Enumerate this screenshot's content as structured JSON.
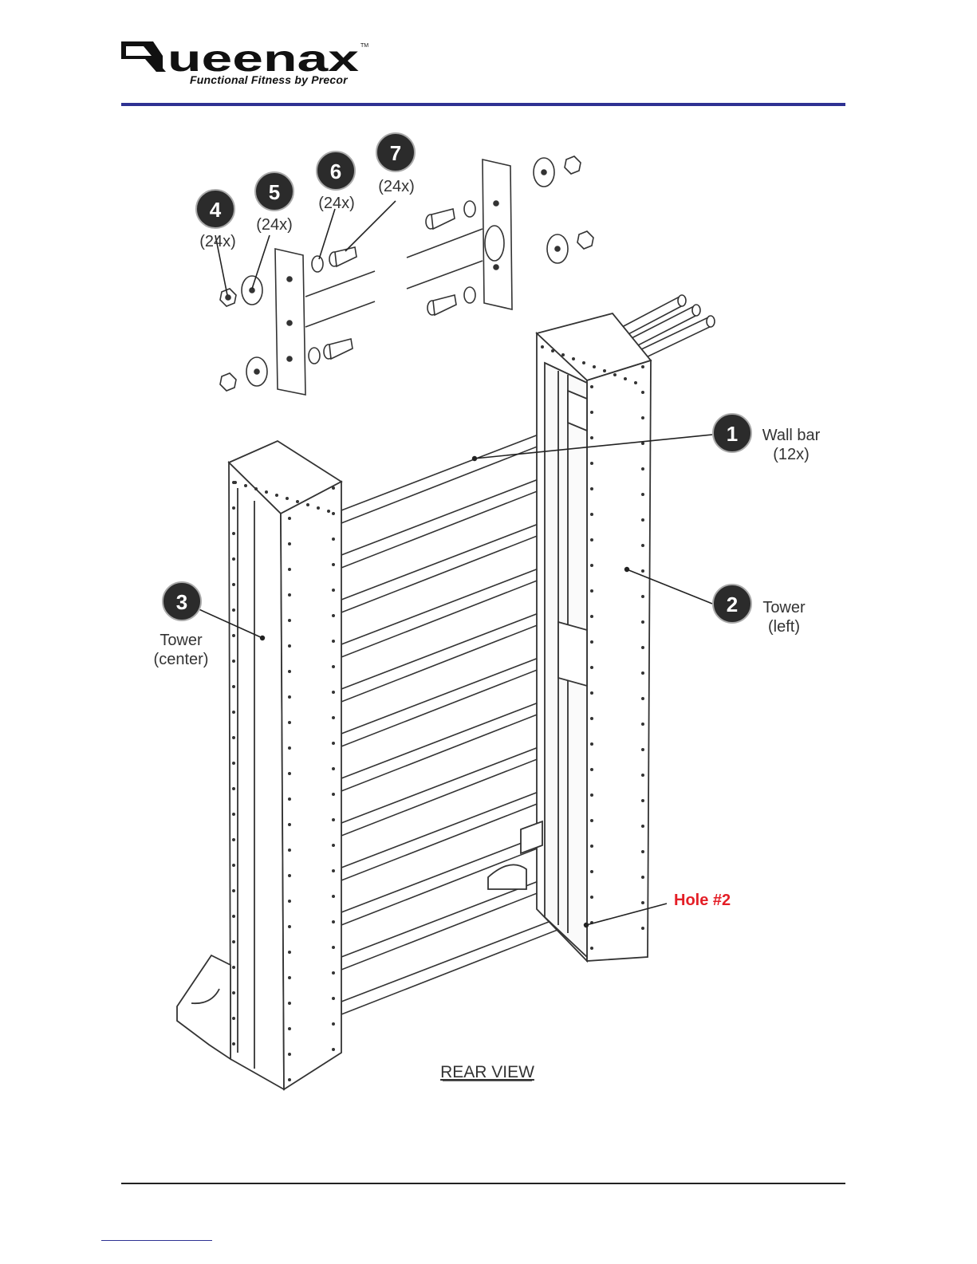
{
  "header": {
    "brand": "ueenax",
    "tagline": "Functional Fitness by Precor",
    "trademark": "TM"
  },
  "callouts": [
    {
      "num": "1",
      "label_lines": [
        "Wall bar",
        "(12x)"
      ]
    },
    {
      "num": "2",
      "label_lines": [
        "Tower",
        "(left)"
      ]
    },
    {
      "num": "3",
      "label_lines": [
        "Tower",
        "(center)"
      ]
    },
    {
      "num": "4",
      "label_lines": [
        "(24x)"
      ]
    },
    {
      "num": "5",
      "label_lines": [
        "(24x)"
      ]
    },
    {
      "num": "6",
      "label_lines": [
        "(24x)"
      ]
    },
    {
      "num": "7",
      "label_lines": [
        "(24x)"
      ]
    }
  ],
  "annotation": {
    "hole": "Hole #2"
  },
  "view_label": "REAR VIEW",
  "colors": {
    "accent_rule": "#2e3192",
    "hole_label": "#e41e26",
    "callout_fill": "#2b2b2b"
  }
}
